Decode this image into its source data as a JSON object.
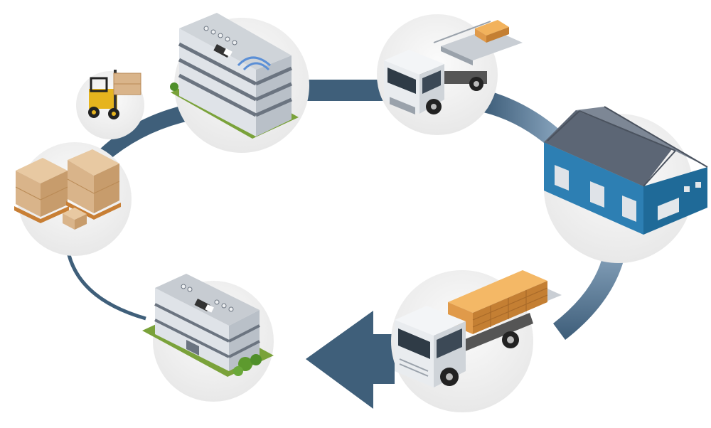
{
  "diagram": {
    "type": "logistics-cycle",
    "stages": [
      {
        "id": "office-building",
        "icon": "office-building-icon"
      },
      {
        "id": "flatbed-truck-pallet",
        "icon": "flatbed-truck-icon"
      },
      {
        "id": "warehouse",
        "icon": "warehouse-icon"
      },
      {
        "id": "loaded-truck",
        "icon": "loaded-truck-icon"
      },
      {
        "id": "factory-building",
        "icon": "factory-building-icon"
      },
      {
        "id": "boxes-on-pallets",
        "icon": "pallet-boxes-icon"
      },
      {
        "id": "forklift",
        "icon": "forklift-icon"
      }
    ],
    "colors": {
      "arrow": "#3f5f7a",
      "arrow_light": "#7f9cb6",
      "bubble": "#efefef",
      "warehouse_wall": "#2d7fb3",
      "warehouse_roof": "#5c6675",
      "truck_cab": "#e9ecef",
      "crate": "#e09a4a",
      "box": "#d9b48a",
      "grass": "#7aa23a",
      "forklift": "#e6b41e"
    }
  }
}
